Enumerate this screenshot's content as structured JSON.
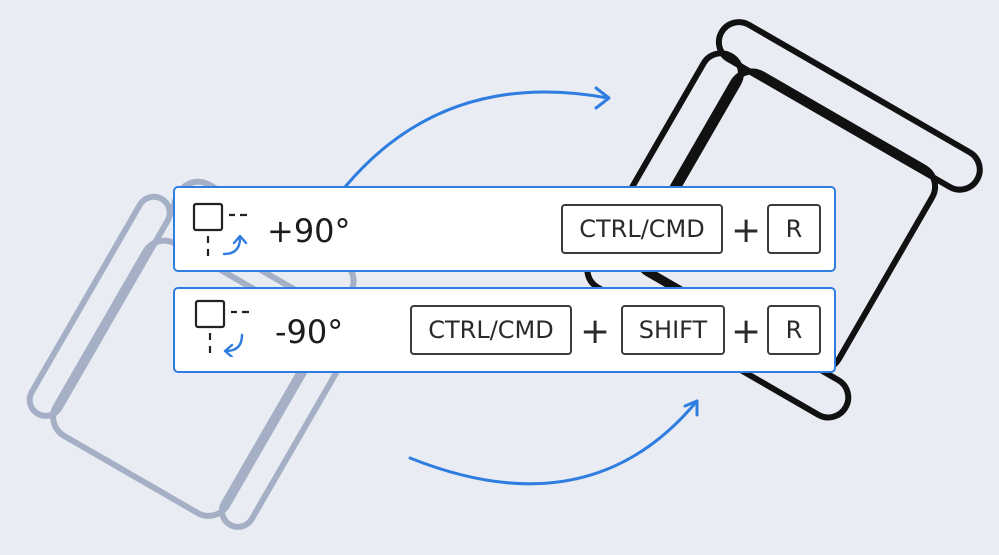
{
  "shortcuts": [
    {
      "angle": "+90°",
      "keys": [
        "CTRL/CMD",
        "R"
      ],
      "separator": "+"
    },
    {
      "angle": "-90°",
      "keys": [
        "CTRL/CMD",
        "SHIFT",
        "R"
      ],
      "separator": "+"
    }
  ],
  "icons": {
    "rotate_cw": "rotate-clockwise-icon",
    "rotate_ccw": "rotate-counterclockwise-icon",
    "arrow_top": "arrow-clockwise-top",
    "arrow_bottom": "arrow-clockwise-bottom",
    "chair_before": "armchair-outline-faded",
    "chair_after": "armchair-outline-rotated"
  },
  "colors": {
    "background": "#e9edf3",
    "accent": "#2f7de1",
    "faded_outline": "#a5b0c6",
    "dark_outline": "#111111"
  }
}
